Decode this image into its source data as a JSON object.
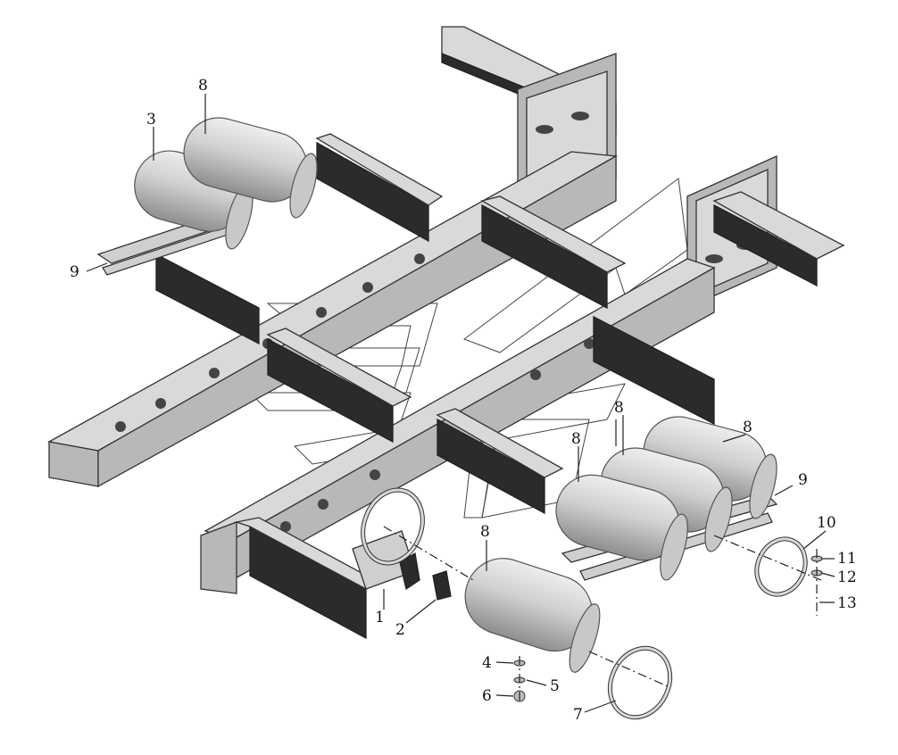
{
  "labels": {
    "1": "1",
    "2": "2",
    "3": "3",
    "4": "4",
    "5": "5",
    "6": "6",
    "7": "7",
    "8": "8",
    "9": "9",
    "10": "10",
    "11": "11",
    "12": "12",
    "13": "13"
  },
  "colors": {
    "background": "#ffffff",
    "frame_dark": "#2b2b2b",
    "frame_light": "#d9d9d9",
    "tank": "#cfcfcf",
    "text": "#111111"
  }
}
